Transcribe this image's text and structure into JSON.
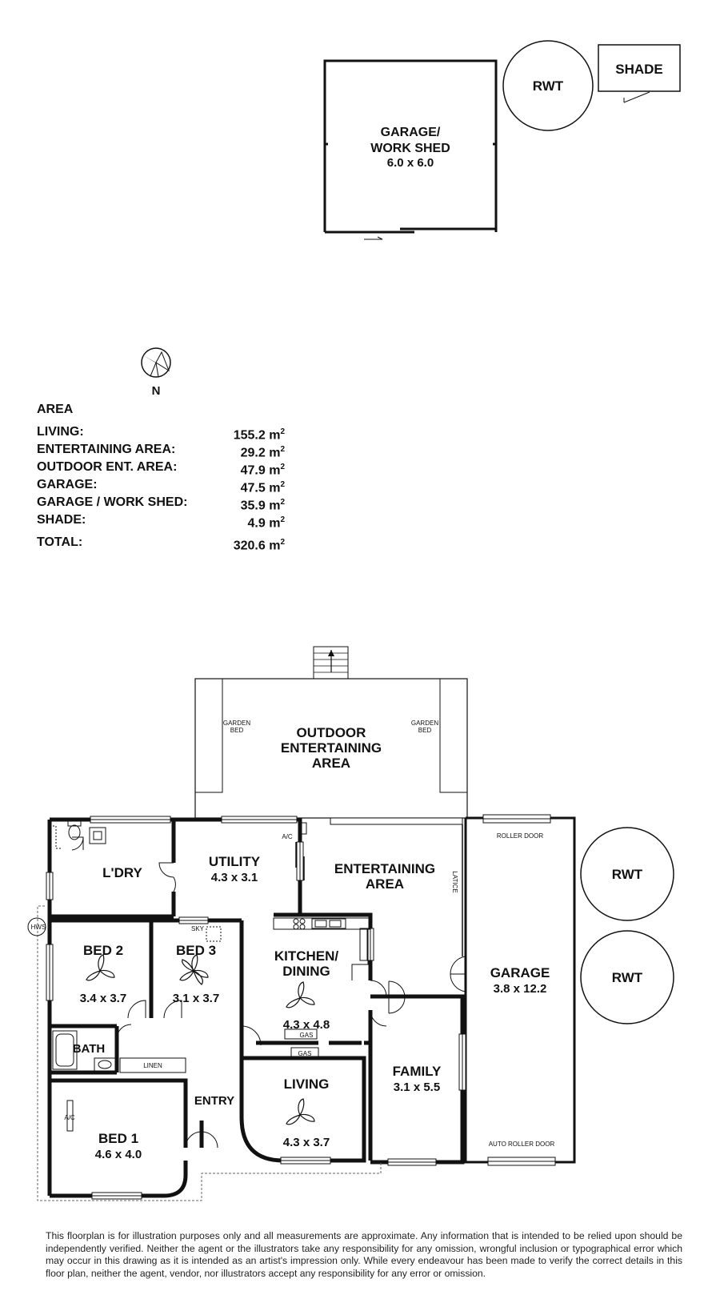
{
  "plan": {
    "garage_shed": {
      "title_1": "GARAGE/",
      "title_2": "WORK SHED",
      "size": "6.0 x 6.0"
    },
    "rwt_top": "RWT",
    "shade": "SHADE",
    "north_label": "N",
    "outdoor": {
      "line1": "OUTDOOR",
      "line2": "ENTERTAINING",
      "line3": "AREA"
    },
    "garden_bed": {
      "line1": "GARDEN",
      "line2": "BED"
    },
    "ac": "A/C",
    "laundry": "L'DRY",
    "utility": {
      "name": "UTILITY",
      "size": "4.3 x 3.1"
    },
    "entertaining": {
      "line1": "ENTERTAINING",
      "line2": "AREA"
    },
    "latice": "LATICE",
    "roller_door": "ROLLER DOOR",
    "auto_roller_door": "AUTO ROLLER DOOR",
    "garage": {
      "name": "GARAGE",
      "size": "3.8 x 12.2"
    },
    "rwt_1": "RWT",
    "rwt_2": "RWT",
    "hws": "HWS",
    "bed2": {
      "name": "BED 2",
      "size": "3.4 x 3.7"
    },
    "bed3": {
      "name": "BED 3",
      "size": "3.1 x 3.7"
    },
    "sky": "SKY",
    "kitchen": {
      "line1": "KITCHEN/",
      "line2": "DINING",
      "size": "4.3 x 4.8"
    },
    "bath": "BATH",
    "linen": "LINEN",
    "gas1": "GAS",
    "gas2": "GAS",
    "family": {
      "name": "FAMILY",
      "size": "3.1 x 5.5"
    },
    "entry": "ENTRY",
    "living": {
      "name": "LIVING",
      "size": "4.3 x 3.7"
    },
    "bed1": {
      "name": "BED 1",
      "size": "4.6 x 4.0"
    }
  },
  "area": {
    "title": "AREA",
    "unit": "m",
    "unit_sup": "2",
    "rows": [
      {
        "label": "LIVING:",
        "value": "155.2"
      },
      {
        "label": "ENTERTAINING AREA:",
        "value": "29.2"
      },
      {
        "label": "OUTDOOR ENT. AREA:",
        "value": "47.9"
      },
      {
        "label": "GARAGE:",
        "value": "47.5"
      },
      {
        "label": "GARAGE / WORK SHED:",
        "value": "35.9"
      },
      {
        "label": "SHADE:",
        "value": "4.9"
      }
    ],
    "total": {
      "label": "TOTAL:",
      "value": "320.6"
    }
  },
  "disclaimer": "This floorplan is for illustration purposes only and all measurements are approximate. Any information that is intended to be relied upon should be independently verified. Neither the agent or the illustrators take any responsibility for any omission, wrongful inclusion or typographical error which may occur in this drawing as it is intended as an artist's impression only. While every endeavour has been made to verify the correct details in this floor plan, neither the agent, vendor, nor illustrators accept any responsibility for any error or omission."
}
